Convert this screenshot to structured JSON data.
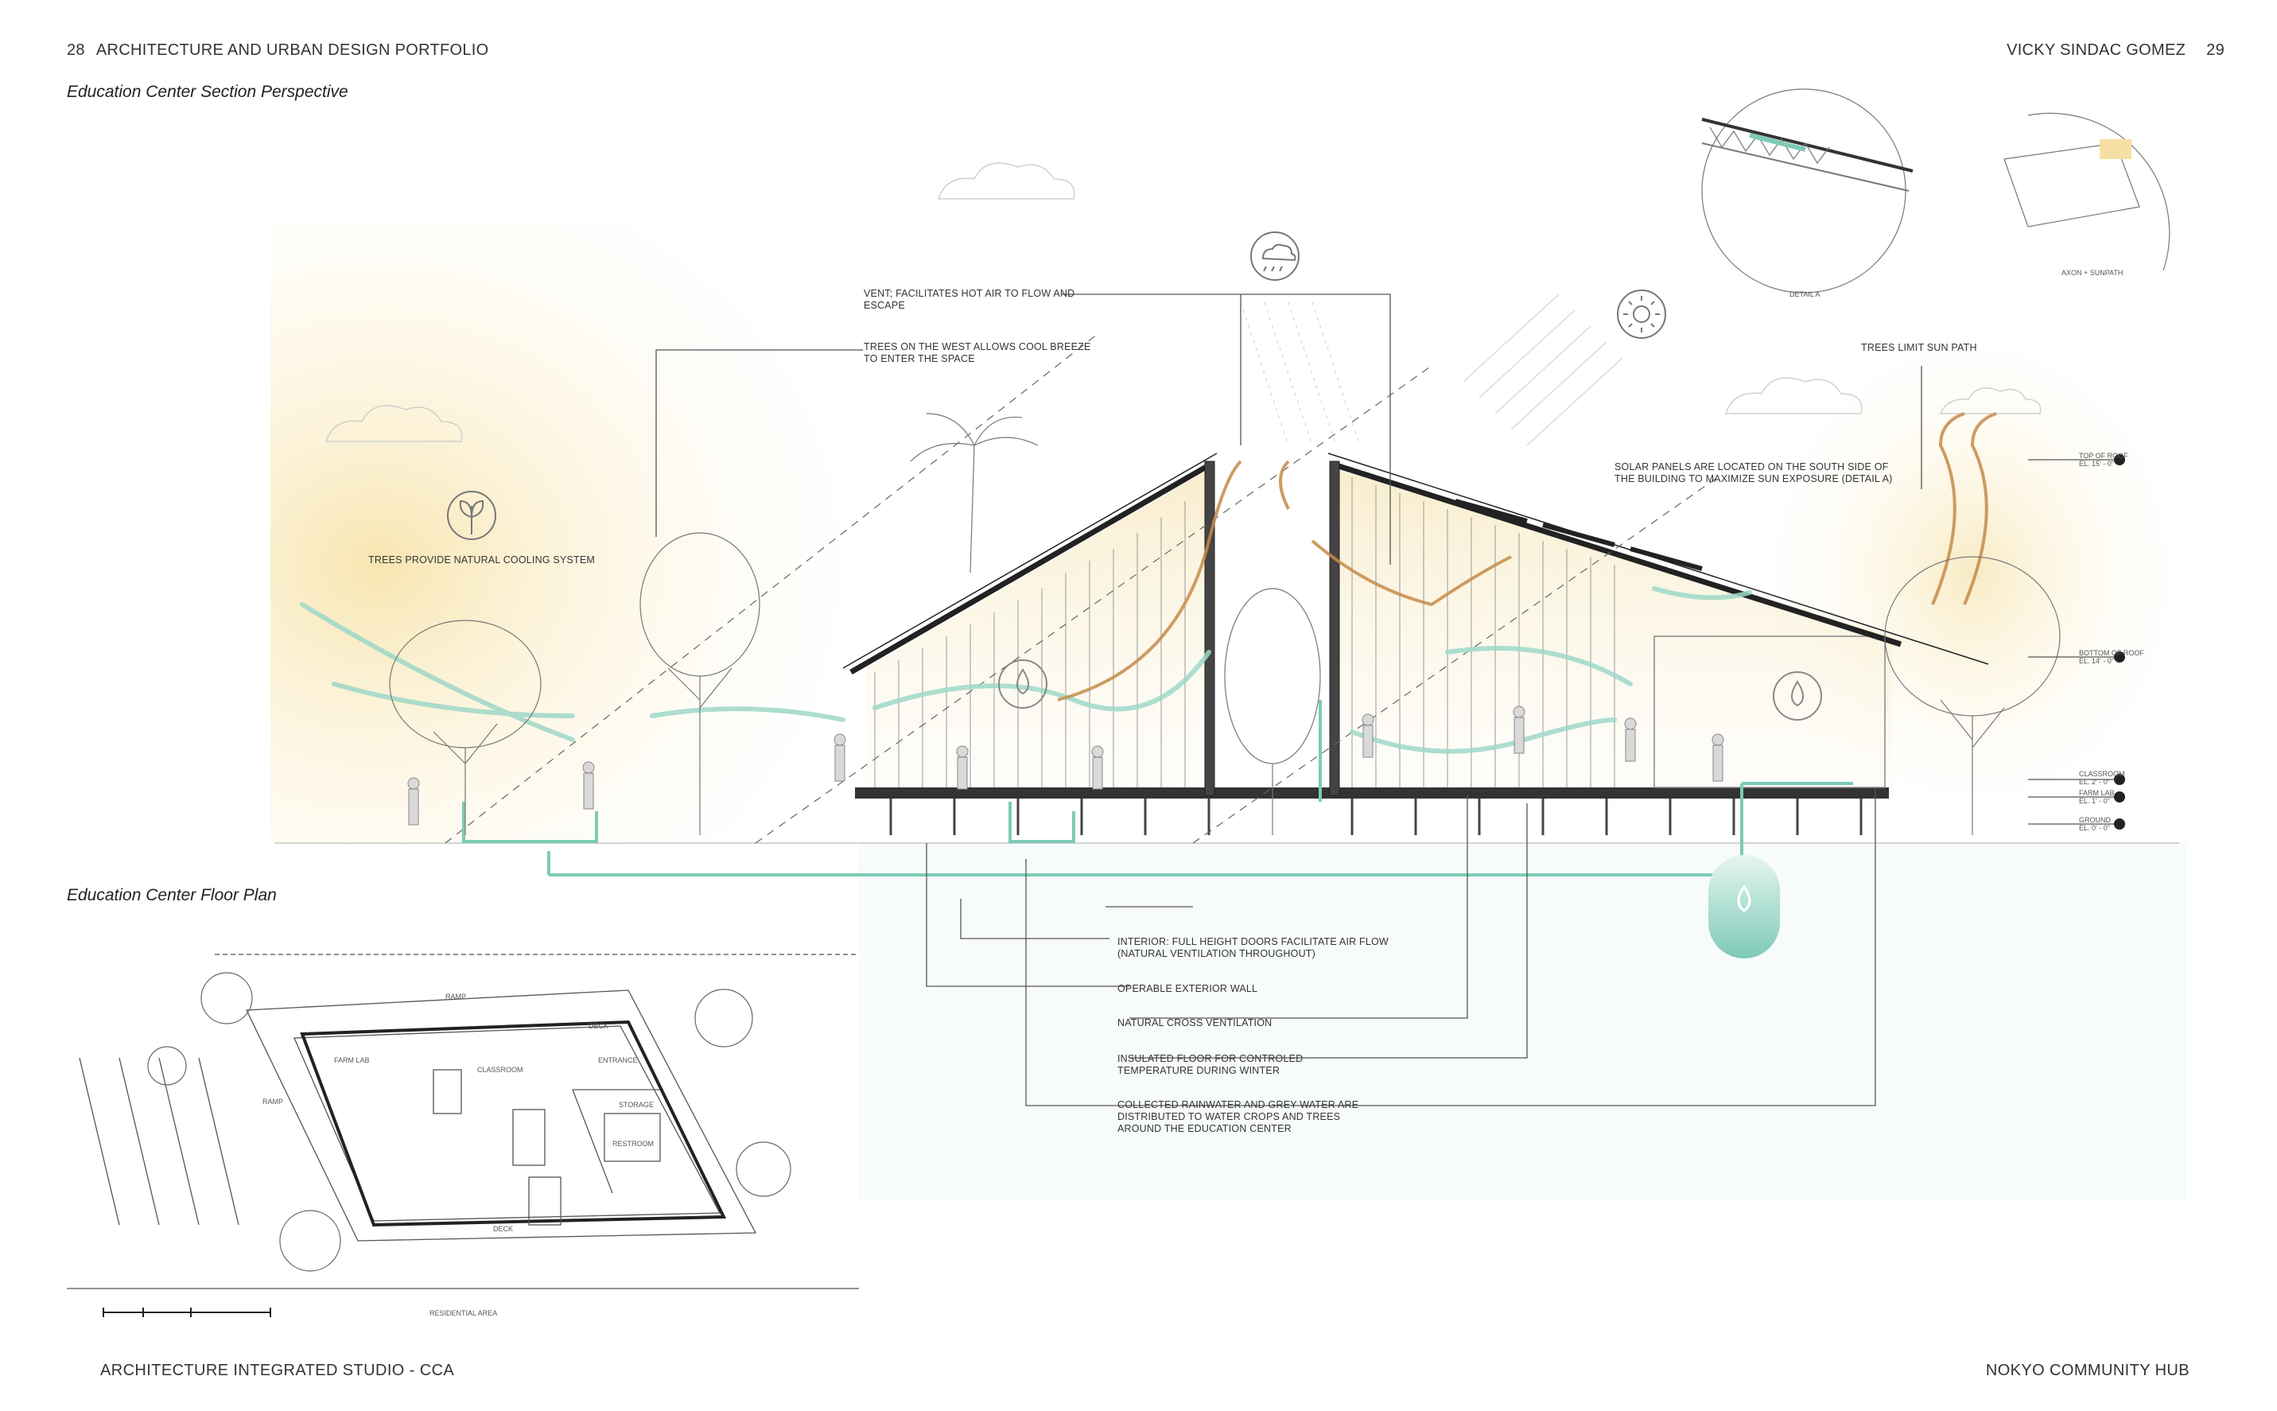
{
  "header": {
    "left_page_number": "28",
    "left_title": "ARCHITECTURE AND URBAN DESIGN PORTFOLIO",
    "right_name": "VICKY SINDAC GOMEZ",
    "right_page_number": "29"
  },
  "section": {
    "title": "Education Center Section Perspective",
    "annotations": {
      "vent": "VENT; FACILITATES HOT AIR TO FLOW AND\nESCAPE",
      "trees_west": "TREES ON THE WEST ALLOWS COOL BREEZE\nTO ENTER THE SPACE",
      "trees_cooling": "TREES PROVIDE NATURAL COOLING SYSTEM",
      "trees_sun": "TREES LIMIT SUN PATH",
      "solar": "SOLAR PANELS ARE LOCATED ON THE SOUTH SIDE OF\nTHE BUILDING TO MAXIMIZE SUN EXPOSURE (DETAIL A)",
      "interior": "INTERIOR: FULL HEIGHT DOORS FACILITATE AIR FLOW\n(NATURAL VENTILATION THROUGHOUT)",
      "exterior_wall": "OPERABLE EXTERIOR WALL",
      "cross_vent": "NATURAL CROSS VENTILATION",
      "floor": "INSULATED FLOOR FOR CONTROLED\nTEMPERATURE DURING WINTER",
      "rainwater": "COLLECTED RAINWATER AND GREY WATER ARE\nDISTRIBUTED TO WATER CROPS AND TREES\nAROUND THE EDUCATION CENTER"
    },
    "detail_a_label": "DETAIL A",
    "axon_label": "AXON + SUNPATH",
    "levels": [
      {
        "name": "TOP OF ROOF",
        "value": "EL. 15' - 0\""
      },
      {
        "name": "BOTTOM OF ROOF",
        "value": "EL. 14' - 0\""
      },
      {
        "name": "CLASSROOM",
        "value": "EL. 2' - 0\""
      },
      {
        "name": "FARM LAB",
        "value": "EL. 1' - 0\""
      },
      {
        "name": "GROUND",
        "value": "EL. 0' - 0\""
      }
    ]
  },
  "plan": {
    "title": "Education Center Floor Plan",
    "rooms": [
      "FARM LAB",
      "CLASSROOM",
      "ENTRANCE",
      "STORAGE",
      "RESTROOM",
      "DECK",
      "RAMP",
      "DECK",
      "RAMP"
    ],
    "bottom_label": "RESIDENTIAL AREA"
  },
  "footer": {
    "left": "ARCHITECTURE INTEGRATED STUDIO  - CCA",
    "right": "NOKYO COMMUNITY HUB"
  },
  "colors": {
    "water": "#8fd1c0",
    "sun_glow": "#f6e7b8",
    "wind": "#c68b4a",
    "line": "#333333"
  }
}
